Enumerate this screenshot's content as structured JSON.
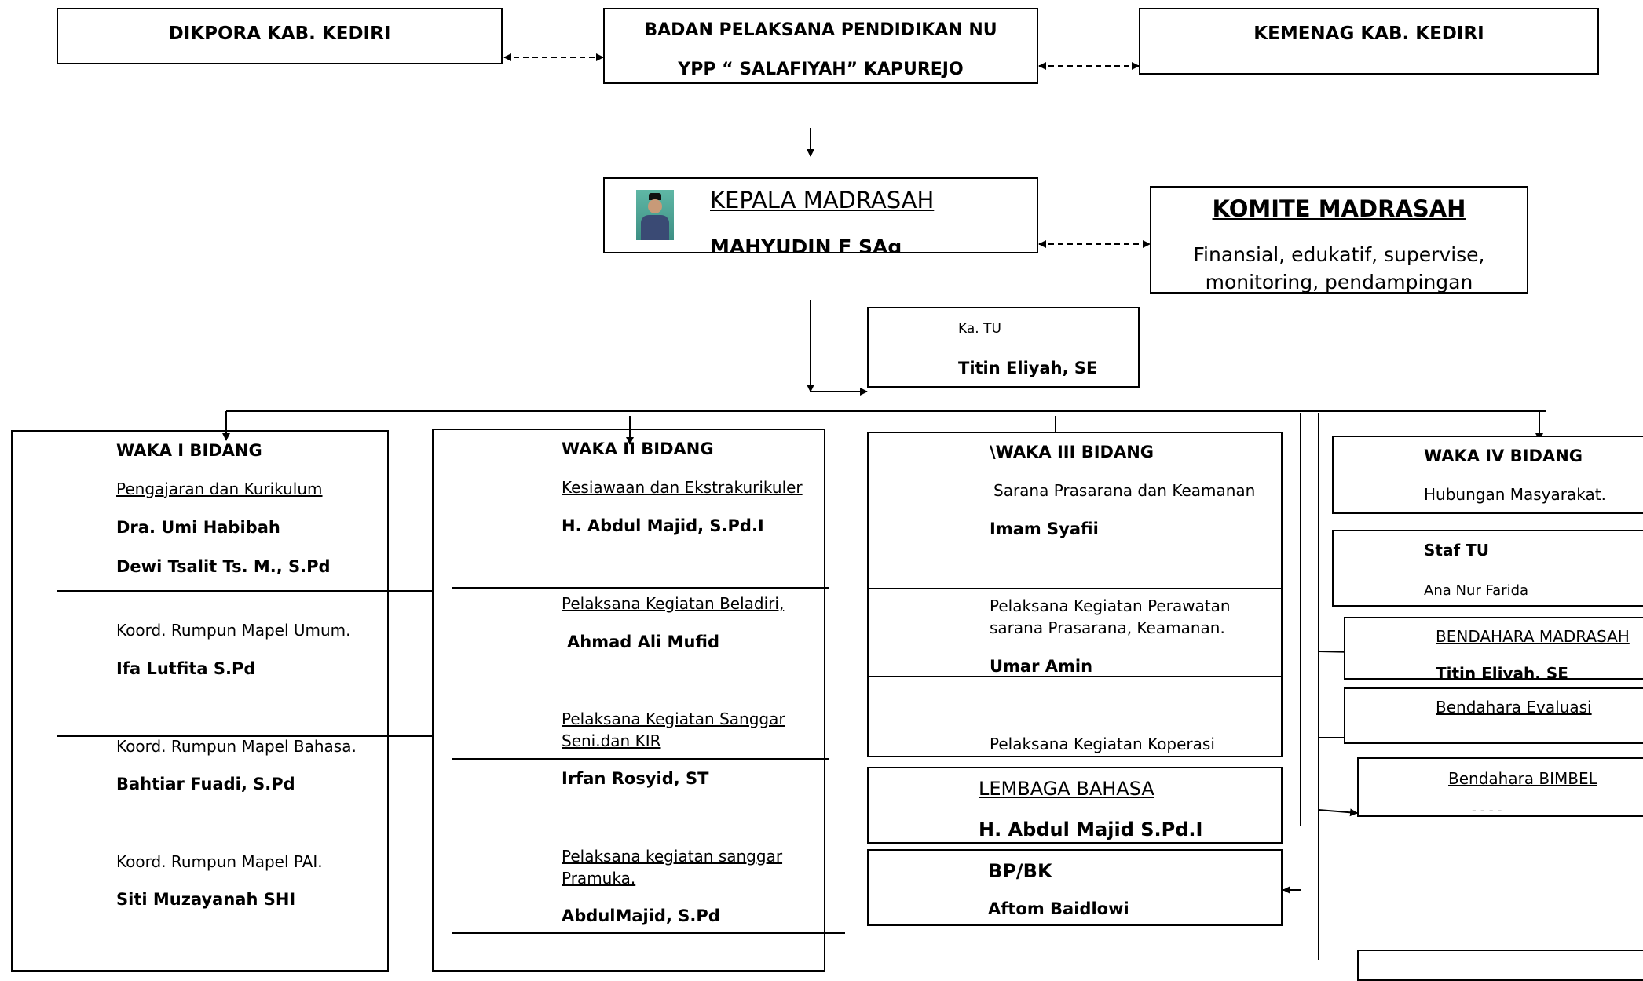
{
  "top": {
    "left": "DIKPORA KAB. KEDIRI",
    "center_line1": "BADAN PELAKSANA PENDIDIKAN NU",
    "center_line2": "YPP  “ SALAFIYAH”  KAPUREJO",
    "right": "KEMENAG KAB. KEDIRI"
  },
  "kepala": {
    "title": "KEPALA MADRASAH",
    "name": "MAHYUDIN F SAg"
  },
  "komite": {
    "title": "KOMITE MADRASAH",
    "line1": "Finansial, edukatif, supervise,",
    "line2": "monitoring, pendampingan"
  },
  "katu": {
    "label": "Ka. TU",
    "name": "Titin Eliyah, SE"
  },
  "waka1": {
    "title": "WAKA I BIDANG",
    "sub": "Pengajaran dan Kurikulum",
    "name1": "Dra. Umi Habibah",
    "name2": "Dewi Tsalit Ts. M., S.Pd",
    "koord_umum": "Koord. Rumpun Mapel Umum.",
    "koord_umum_name": "Ifa Lutfita S.Pd",
    "koord_bahasa": "Koord. Rumpun Mapel Bahasa.",
    "koord_bahasa_name": "Bahtiar Fuadi, S.Pd",
    "koord_pai": "Koord. Rumpun Mapel PAI.",
    "koord_pai_name": "Siti Muzayanah SHI"
  },
  "waka2": {
    "title": "WAKA II BIDANG",
    "sub": "Kesiawaan dan Ekstrakurikuler",
    "name": "H. Abdul Majid, S.Pd.I",
    "beladiri": "Pelaksana Kegiatan Beladiri,",
    "beladiri_name": "Ahmad Ali Mufid",
    "sanggar_line1": "Pelaksana Kegiatan Sanggar",
    "sanggar_line2": "Seni.dan KIR",
    "sanggar_name": "Irfan Rosyid, ST",
    "pramuka_line1": "Pelaksana kegiatan sanggar",
    "pramuka_line2": "Pramuka.",
    "pramuka_name": "AbdulMajid, S.Pd"
  },
  "waka3": {
    "title": "\\WAKA III BIDANG",
    "sub": "Sarana Prasarana dan Keamanan",
    "name": "Imam Syafii",
    "perawatan_line1": "Pelaksana Kegiatan Perawatan",
    "perawatan_line2": "sarana Prasarana, Keamanan.",
    "perawatan_name": "Umar Amin",
    "koperasi": "Pelaksana Kegiatan Koperasi"
  },
  "lembaga": {
    "title": "LEMBAGA BAHASA",
    "name": "H. Abdul Majid S.Pd.I"
  },
  "bpbk": {
    "title": "BP/BK",
    "name": "Aftom Baidlowi"
  },
  "waka4": {
    "title": "WAKA IV BIDANG",
    "sub": "Hubungan Masyarakat."
  },
  "staftu": {
    "title": "Staf TU",
    "name": "Ana Nur Farida"
  },
  "bendahara_madrasah": {
    "title": "BENDAHARA MADRASAH",
    "name": "Titin Eliyah, SE"
  },
  "bendahara_evaluasi": {
    "title": "Bendahara Evaluasi"
  },
  "bendahara_bimbel": {
    "title": "Bendahara BIMBEL",
    "name": "- - - -"
  }
}
